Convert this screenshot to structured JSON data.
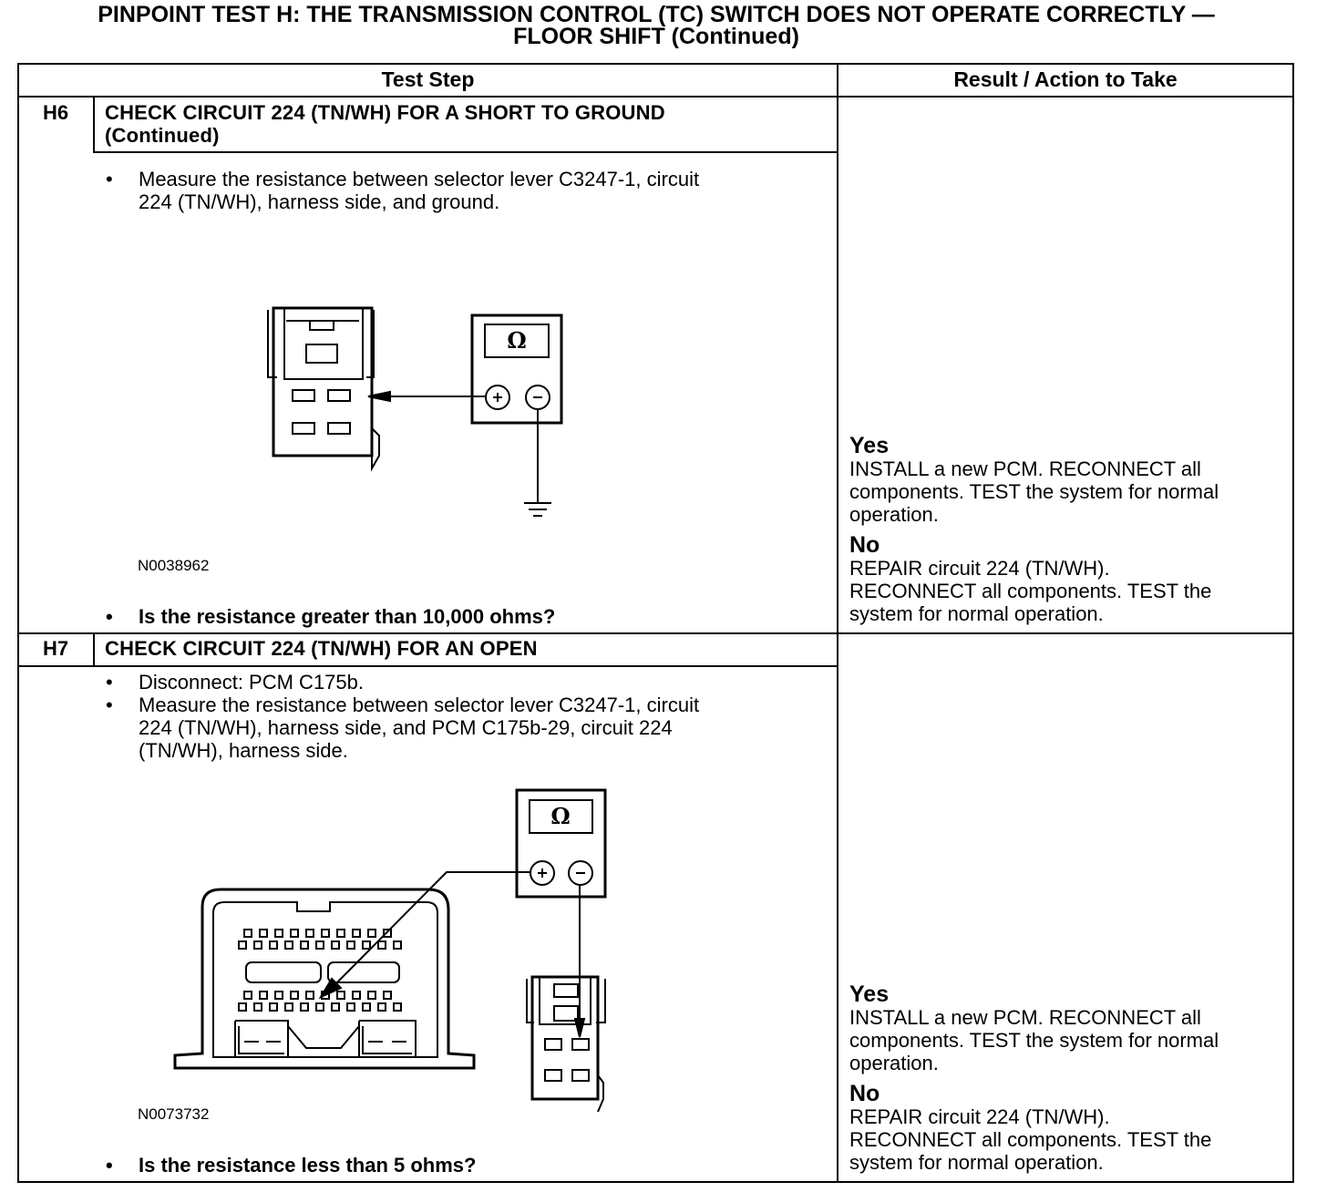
{
  "title": {
    "line1": "PINPOINT TEST H: THE TRANSMISSION CONTROL (TC) SWITCH DOES NOT OPERATE CORRECTLY —",
    "line2": "FLOOR SHIFT (Continued)"
  },
  "table": {
    "headers": {
      "test_step": "Test Step",
      "result": "Result / Action to Take"
    },
    "steps": [
      {
        "id": "H6",
        "title_line1": "CHECK CIRCUIT 224 (TN/WH) FOR A SHORT TO GROUND",
        "title_line2": "(Continued)",
        "bullets": [
          {
            "line1": "Measure the resistance between selector lever C3247-1, circuit",
            "line2": "224 (TN/WH), harness side, and ground."
          }
        ],
        "figure": {
          "id": "N0038962",
          "meter_symbol": "Ω"
        },
        "question": "Is the resistance greater than 10,000 ohms?",
        "result": {
          "yes_label": "Yes",
          "yes_l1": "INSTALL a new PCM. RECONNECT all",
          "yes_l2": "components. TEST the system for normal",
          "yes_l3": "operation.",
          "no_label": "No",
          "no_l1": "REPAIR circuit 224 (TN/WH).",
          "no_l2": "RECONNECT all components. TEST the",
          "no_l3": "system for normal operation."
        }
      },
      {
        "id": "H7",
        "title_line1": "CHECK CIRCUIT 224 (TN/WH) FOR AN OPEN",
        "bullets": [
          {
            "line1": "Disconnect: PCM C175b."
          },
          {
            "line1": "Measure the resistance between selector lever C3247-1, circuit",
            "line2": "224 (TN/WH), harness side, and PCM C175b-29, circuit 224",
            "line3": "(TN/WH), harness side."
          }
        ],
        "figure": {
          "id": "N0073732",
          "meter_symbol": "Ω"
        },
        "question": "Is the resistance less than 5 ohms?",
        "result": {
          "yes_label": "Yes",
          "yes_l1": "INSTALL a new PCM. RECONNECT all",
          "yes_l2": "components. TEST the system for normal",
          "yes_l3": "operation.",
          "no_label": "No",
          "no_l1": "REPAIR circuit 224 (TN/WH).",
          "no_l2": "RECONNECT all components. TEST the",
          "no_l3": "system for normal operation."
        }
      }
    ]
  }
}
